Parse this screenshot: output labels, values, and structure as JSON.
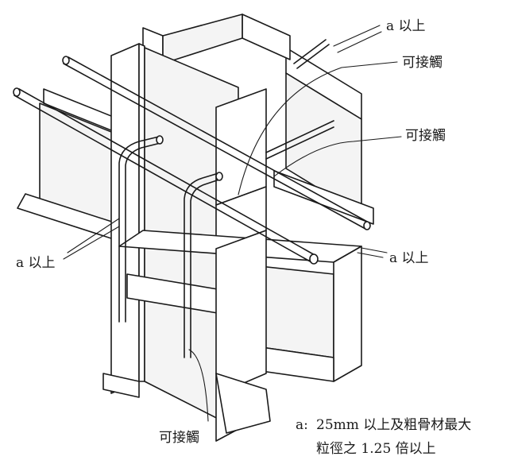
{
  "labels": {
    "a_top": "a 以上",
    "lap_top": "可接觸",
    "lap_mid": "可接觸",
    "a_left": "a 以上",
    "a_right": "a 以上",
    "lap_bottom": "可接觸"
  },
  "note": {
    "prefix": "a:",
    "line1": "25mm 以上及粗骨材最大",
    "line2": "粒徑之 1.25 倍以上"
  }
}
